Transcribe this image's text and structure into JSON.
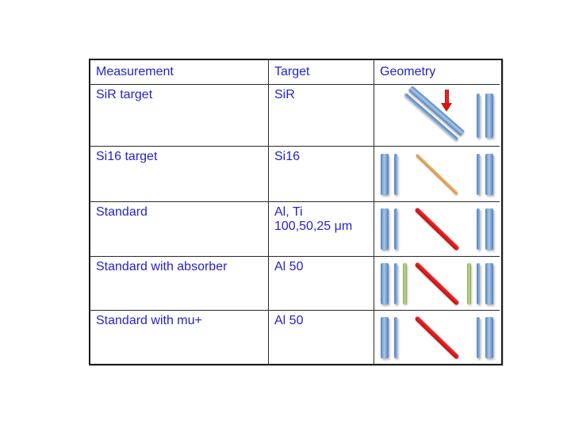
{
  "colors": {
    "page_background": "#ffffff",
    "text_blue": "#2323cc",
    "table_border": "#1c1c1c",
    "blue_bar": "#4f81bd",
    "blue_bar_highlight": "#a9c7e7",
    "green_bar": "#9bbb59",
    "orange_beam": "#e79646",
    "red_beam": "#d91111",
    "red_arrow": "#dc1212"
  },
  "table": {
    "headers": [
      "Measurement",
      "Target",
      "Geometry"
    ],
    "rows": [
      {
        "measurement": "SiR target",
        "target": "SiR",
        "geometry": {
          "arrow": "red-down-arrow",
          "tilted_pair": [
            "thick-blue",
            "thin-blue"
          ],
          "left_bars": [],
          "right_bars": [
            "thin-blue",
            "thick-blue"
          ]
        }
      },
      {
        "measurement": "Si16 target",
        "target": "Si16",
        "geometry": {
          "left_bars": [
            "thick-blue",
            "thin-blue"
          ],
          "beam": {
            "color": "orange",
            "weight": "thin"
          },
          "right_bars": [
            "thin-blue",
            "thick-blue"
          ]
        }
      },
      {
        "measurement": "Standard",
        "target": "Al, Ti",
        "target_line2": "100,50,25 μm",
        "geometry": {
          "left_bars": [
            "thick-blue",
            "thin-blue"
          ],
          "beam": {
            "color": "red",
            "weight": "medium"
          },
          "right_bars": [
            "thin-blue",
            "thick-blue"
          ]
        }
      },
      {
        "measurement": "Standard with absorber",
        "target": "Al 50",
        "geometry": {
          "left_bars": [
            "thick-blue",
            "thin-blue",
            "thin-green"
          ],
          "beam": {
            "color": "red",
            "weight": "medium"
          },
          "right_bars": [
            "thin-green",
            "thin-blue",
            "thick-blue"
          ]
        }
      },
      {
        "measurement": "Standard with mu+",
        "target": "Al 50",
        "geometry": {
          "left_bars": [
            "thick-blue",
            "thin-blue"
          ],
          "beam": {
            "color": "red",
            "weight": "medium"
          },
          "right_bars": [
            "thin-blue",
            "thick-blue"
          ]
        }
      }
    ]
  }
}
